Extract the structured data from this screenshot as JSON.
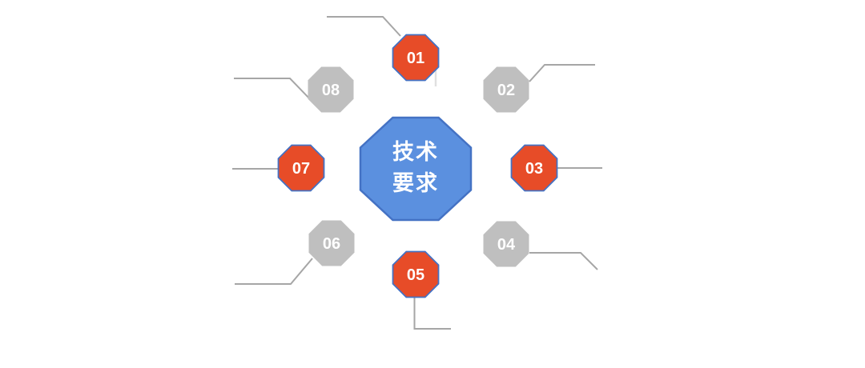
{
  "diagram": {
    "center": {
      "label_line1": "技术",
      "label_line2": "要求"
    },
    "nodes": [
      {
        "label": "01",
        "variant": "red"
      },
      {
        "label": "02",
        "variant": "gray"
      },
      {
        "label": "03",
        "variant": "red"
      },
      {
        "label": "04",
        "variant": "gray"
      },
      {
        "label": "05",
        "variant": "red"
      },
      {
        "label": "06",
        "variant": "gray"
      },
      {
        "label": "07",
        "variant": "red"
      },
      {
        "label": "08",
        "variant": "gray"
      }
    ],
    "colors": {
      "red": "#E74C28",
      "gray": "#BFBFBF",
      "blue_fill": "#5B90DF",
      "blue_border": "#4472C4",
      "leader": "#A6A6A6",
      "stub": "#E0E0E0",
      "text": "#FFFFFF"
    }
  }
}
